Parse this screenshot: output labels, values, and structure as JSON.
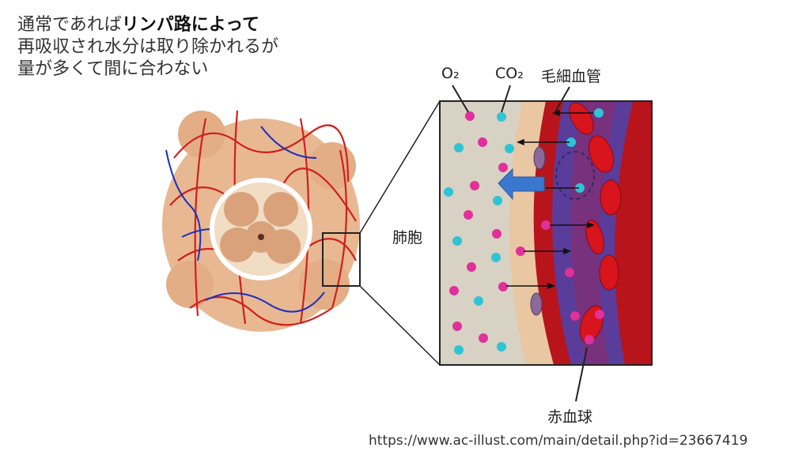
{
  "caption": {
    "line1_normal": "通常であれば",
    "line1_bold": "リンパ路によって",
    "line2": "再吸収され水分は取り除かれるが",
    "line3": "量が多くて間に合わない"
  },
  "labels": {
    "o2": "O₂",
    "co2": "CO₂",
    "capillary": "毛細血管",
    "alveolus": "肺胞",
    "red_blood_cell": "赤血球"
  },
  "source_url": "https://www.ac-illust.com/main/detail.php?id=23667419",
  "colors": {
    "o2_dot": "#e0309a",
    "co2_dot": "#2ec4d6",
    "vessel": "#c0141c",
    "arrow": "#3a78d0"
  }
}
